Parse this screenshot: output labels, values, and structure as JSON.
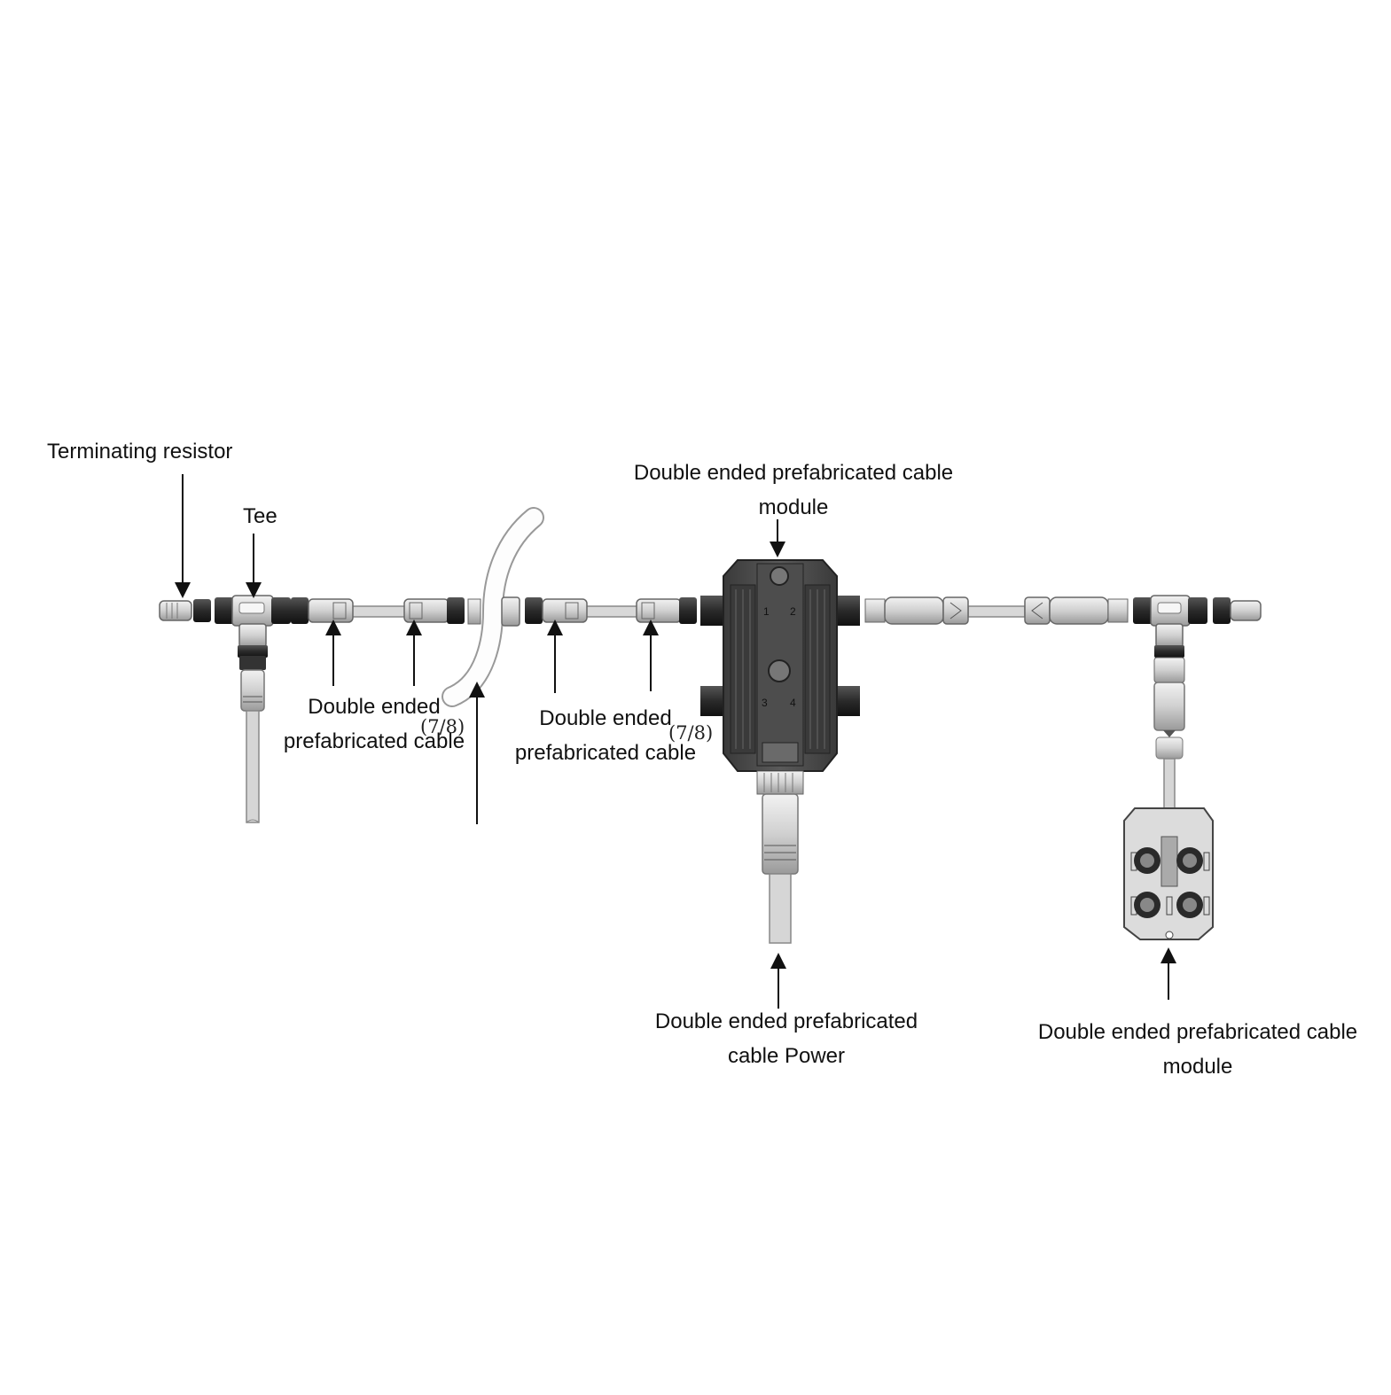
{
  "labels": {
    "terminating_resistor": "Terminating resistor",
    "tee": "Tee",
    "cable_left_line1": "Double ended",
    "cable_left_line2": "prefabricated cable",
    "cable_mid_line1": "Double ended",
    "cable_mid_line2": "prefabricated cable",
    "module_top_line1": "Double ended prefabricated cable",
    "module_top_line2": "module",
    "power_line1": "Double ended prefabricated",
    "power_line2": "cable Power",
    "module_right_line1": "Double ended prefabricated cable",
    "module_right_line2": "module",
    "size_left": "(7/8)",
    "size_mid": "(7/8)"
  },
  "distribution_block_ports": [
    "1",
    "2",
    "3",
    "4"
  ],
  "colors": {
    "line": "#111111",
    "connector_light": "#dcdcdc",
    "connector_dark": "#2b2b2b",
    "block_body": "#4a4a4a",
    "cable": "#c8c8c8"
  }
}
